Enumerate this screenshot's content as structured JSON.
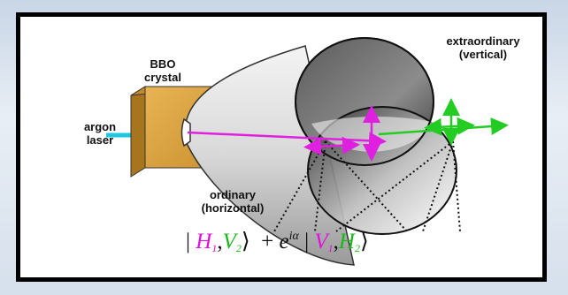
{
  "labels": {
    "source": "argon\nlaser",
    "crystal": "BBO\ncrystal",
    "extraordinary": "extraordinary\n(vertical)",
    "ordinary": "ordinary\n(horizontal)"
  },
  "formula": {
    "open1": "|",
    "h1": "H",
    "h1_sub": "1",
    "comma1": ",",
    "v2": "V",
    "v2_sub": "2",
    "close1": "⟩",
    "plus": "+",
    "e": "e",
    "exp": "iα",
    "open2": "|",
    "v1": "V",
    "v1_sub": "1",
    "comma2": ",",
    "h2": "H",
    "h2_sub": "2",
    "close2": "⟩"
  },
  "colors": {
    "laser_beam": "#1ec8e0",
    "signal_photon": "#e020e0",
    "idler_photon": "#22cc22",
    "crystal_face": "#d9a441",
    "crystal_side": "#a8751f"
  }
}
